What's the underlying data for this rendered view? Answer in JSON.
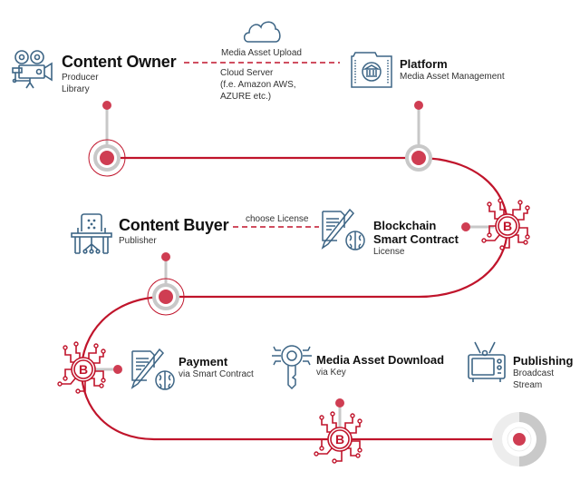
{
  "colors": {
    "path": "#c0142b",
    "node": "#cf3d52",
    "stem": "#c8c8c8",
    "icon": "#3d6585",
    "end_light": "#ececec",
    "end_dark": "#c9c9c9"
  },
  "stations": {
    "content_owner": {
      "title": "Content Owner",
      "lines": [
        "Producer",
        "Library"
      ],
      "icon": "movie-camera-icon"
    },
    "upload": {
      "label": "Media Asset Upload",
      "lines": [
        "Cloud Server",
        "(f.e. Amazon AWS,",
        "AZURE etc.)"
      ],
      "icon": "cloud-icon"
    },
    "platform": {
      "title": "Platform",
      "lines": [
        "Media Asset Management"
      ],
      "icon": "folder-bank-icon"
    },
    "content_buyer": {
      "title": "Content Buyer",
      "lines": [
        "Publisher"
      ],
      "icon": "desk-chair-icon"
    },
    "license_link": {
      "label": "choose License"
    },
    "blockchain": {
      "title_lines": [
        "Blockchain",
        "Smart Contract"
      ],
      "lines": [
        "License"
      ],
      "icon": "contract-brain-icon"
    },
    "payment": {
      "title": "Payment",
      "lines": [
        "via Smart Contract"
      ],
      "icon": "contract-brain-icon"
    },
    "download": {
      "title": "Media Asset Download",
      "lines": [
        "via Key"
      ],
      "icon": "digital-key-icon"
    },
    "publishing": {
      "title": "Publishing",
      "lines": [
        "Broadcast",
        "Stream"
      ],
      "icon": "tv-icon"
    }
  },
  "blockchain_badge": {
    "letter": "B"
  }
}
